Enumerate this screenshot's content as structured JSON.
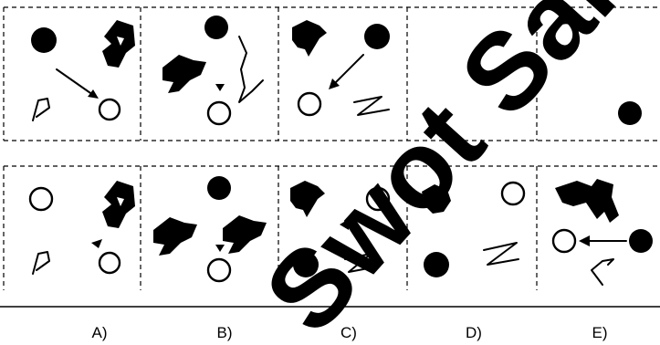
{
  "options": [
    {
      "label": "A)"
    },
    {
      "label": "B)"
    },
    {
      "label": "C)"
    },
    {
      "label": "D)"
    },
    {
      "label": "E)"
    }
  ],
  "watermark": {
    "text": "Swot San"
  },
  "colors": {
    "ink": "#000000",
    "background": "#ffffff"
  }
}
